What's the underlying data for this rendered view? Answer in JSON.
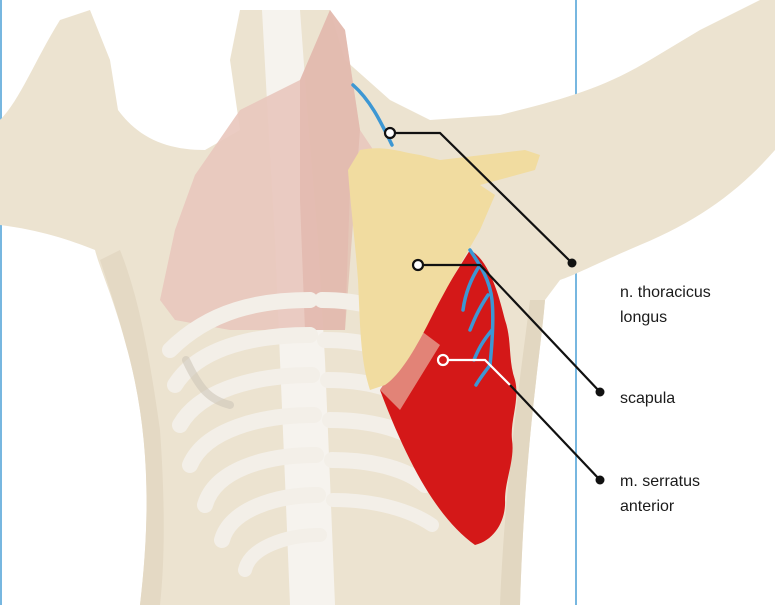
{
  "labels": {
    "nerve": {
      "line1": "n. thoracicus",
      "line2": "longus"
    },
    "scapula": {
      "line1": "scapula"
    },
    "serratus": {
      "line1": "m. serratus",
      "line2": "anterior"
    }
  },
  "colors": {
    "skin": "#ece3d0",
    "skin_shadow": "#e2d7c1",
    "spine_bone": "#f6f3ee",
    "scapula": "#f1dca0",
    "serratus_muscle": "#d41818",
    "trapezius": "#e9c7bd",
    "nerve": "#3d97d3",
    "frame_line": "#4a9fd6",
    "leader_line": "#111111"
  }
}
